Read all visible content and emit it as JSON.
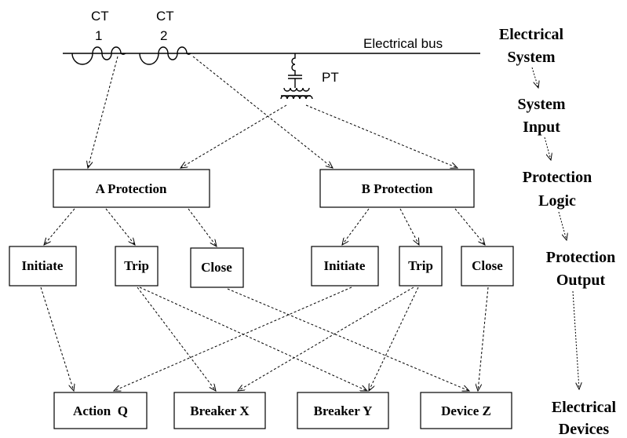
{
  "bus": {
    "label": "Electrical bus"
  },
  "transformers": {
    "ct1": {
      "label_line1": "CT",
      "label_line2": "1"
    },
    "ct2": {
      "label_line1": "CT",
      "label_line2": "2"
    },
    "pt": {
      "label": "PT"
    }
  },
  "protection": {
    "a": "A Protection",
    "b": "B Protection"
  },
  "outputs": {
    "a_initiate": "Initiate",
    "a_trip": "Trip",
    "a_close": "Close",
    "b_initiate": "Initiate",
    "b_trip": "Trip",
    "b_close": "Close"
  },
  "devices": {
    "action_q": "Action  Q",
    "breaker_x": "Breaker X",
    "breaker_y": "Breaker Y",
    "device_z": "Device Z"
  },
  "layers": {
    "electrical_system": [
      "Electrical",
      "System"
    ],
    "system_input": [
      "System",
      "Input"
    ],
    "protection_logic": [
      "Protection",
      "Logic"
    ],
    "protection_output": [
      "Protection",
      "Output"
    ],
    "electrical_devices": [
      "Electrical",
      "Devices"
    ]
  }
}
